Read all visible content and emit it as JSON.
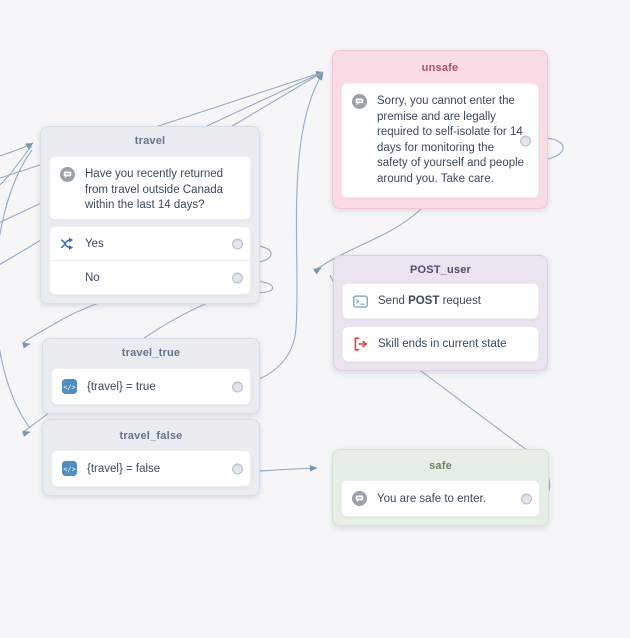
{
  "canvas": {
    "background": "#f6f6f8",
    "edge_color": "#95abc3"
  },
  "nodes": {
    "travel": {
      "title": "travel",
      "message": "Have you recently returned from travel outside Canada within the last 14 days?",
      "choices": [
        "Yes",
        "No"
      ]
    },
    "unsafe": {
      "title": "unsafe",
      "message": "Sorry, you cannot enter the premise and are legally required to self-isolate for 14 days for monitoring the safety of yourself and people around you. Take care."
    },
    "post_user": {
      "title": "POST_user",
      "send_pre": "Send ",
      "send_bold": "POST",
      "send_suf": " request",
      "skill_label": "Skill ends in current state"
    },
    "travel_true": {
      "title": "travel_true",
      "expression": "{travel} = true"
    },
    "travel_false": {
      "title": "travel_false",
      "expression": "{travel} = false"
    },
    "safe": {
      "title": "safe",
      "message": "You are safe to enter."
    }
  },
  "edges": [
    {
      "from": "travel:Yes",
      "to": "travel_true"
    },
    {
      "from": "travel:No",
      "to": "travel_false"
    },
    {
      "from": "travel_true",
      "to": "unsafe"
    },
    {
      "from": "travel_false",
      "to": "safe"
    },
    {
      "from": "unsafe",
      "to": "POST_user"
    },
    {
      "from": "safe",
      "to": "POST_user"
    },
    {
      "from": "offscreen-left",
      "to": "travel"
    },
    {
      "from": "offscreen-left",
      "to": "unsafe"
    }
  ],
  "colors": {
    "header_gray": "#64748c",
    "header_unsafe": "#b25168",
    "header_post": "#55496e",
    "header_safe": "#75816f",
    "edge": "#95abc3",
    "branch_icon_blue": "#3f6cb4",
    "code_icon_blue": "#4e8fbf",
    "terminal_icon_blue": "#7fa9c9",
    "exit_icon_red": "#dc4840",
    "chat_icon_gray": "#99a1aa"
  }
}
